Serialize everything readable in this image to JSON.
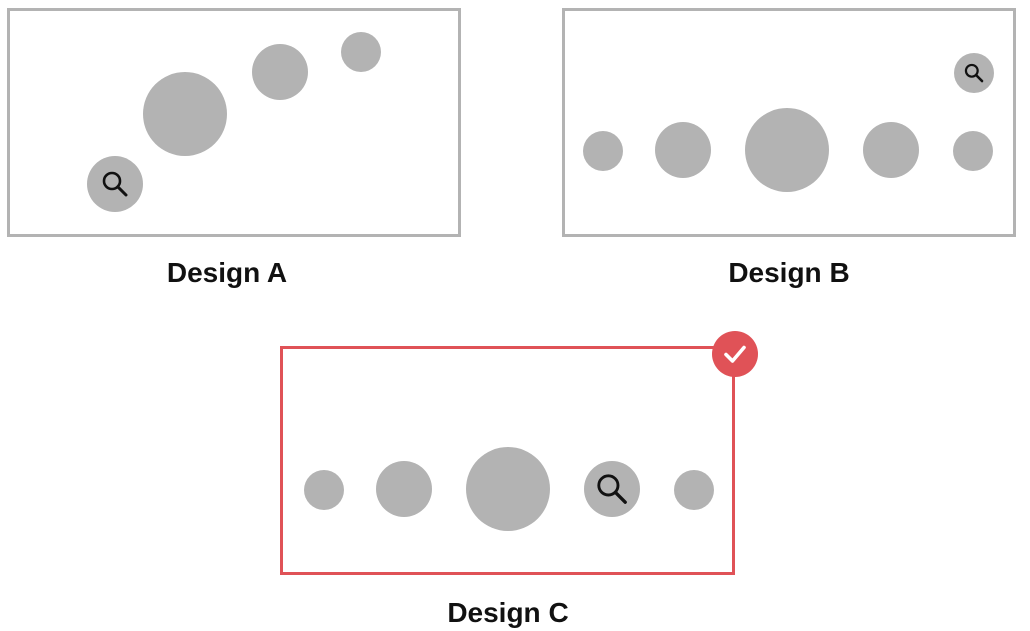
{
  "colors": {
    "circle": "#b3b3b3",
    "frame_default": "#b3b3b3",
    "frame_selected": "#e05257",
    "check_badge": "#e05257",
    "text": "#111111",
    "icon_stroke": "#111111"
  },
  "designs": [
    {
      "label": "Design A",
      "layout": "diagonal",
      "selected": false,
      "circles": [
        "search-icon",
        "plain",
        "plain",
        "plain"
      ]
    },
    {
      "label": "Design B",
      "layout": "horizontal row with separate corner search",
      "selected": false,
      "circles": [
        "plain",
        "plain",
        "plain",
        "plain",
        "plain",
        "search-icon"
      ]
    },
    {
      "label": "Design C",
      "layout": "horizontal row with inline search",
      "selected": true,
      "circles": [
        "plain",
        "plain",
        "plain",
        "search-icon",
        "plain"
      ]
    }
  ],
  "selected_badge_icon": "check-icon"
}
